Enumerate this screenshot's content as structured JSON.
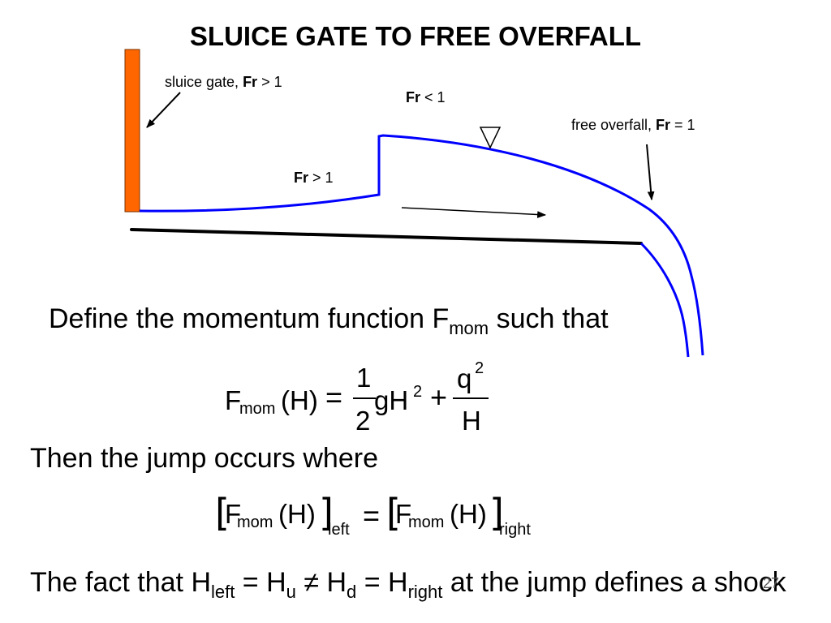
{
  "title": "SLUICE GATE TO FREE OVERFALL",
  "diagram": {
    "labels": {
      "sluice_gate": {
        "prefix": "sluice gate, ",
        "fr": "Fr",
        "suffix": " > 1"
      },
      "subcritical": {
        "prefix": "",
        "fr": "Fr",
        "suffix": " < 1"
      },
      "free_overfall": {
        "prefix": "free overfall, ",
        "fr": "Fr",
        "suffix": " = 1"
      },
      "supercritical": {
        "prefix": "",
        "fr": "Fr",
        "suffix": " > 1"
      }
    },
    "colors": {
      "gate": "#FF6600",
      "gate_outline": "#7A3300",
      "water": "#0000FF",
      "bed": "#000000"
    }
  },
  "definition": {
    "text_before": "Define the momentum function F",
    "subscript": "mom",
    "text_after": " such that"
  },
  "equation1": {
    "symbol": "F",
    "symbol_sub": "mom",
    "argument": "(H)",
    "equals": "=",
    "frac1_num": "1",
    "frac1_den": "2",
    "term": "gH",
    "term_sup": "2",
    "plus": "+",
    "frac2_num": "q",
    "frac2_num_sup": "2",
    "frac2_den": "H"
  },
  "jump_text": "Then the jump occurs where",
  "equation2": {
    "open_bracket": "[",
    "close_bracket": "]",
    "symbol": "F",
    "symbol_sub": "mom",
    "argument": "(H)",
    "equals": "=",
    "left_sub": "left",
    "right_sub": "right"
  },
  "conclusion": {
    "parts": [
      {
        "text": "The fact that H",
        "sub": "left"
      },
      {
        "text": " = H",
        "sub": "u"
      },
      {
        "text": " ≠ H",
        "sub": "d"
      },
      {
        "text": " = H",
        "sub": "right"
      },
      {
        "text": " at the jump defines a shock",
        "sub": ""
      }
    ]
  },
  "slide_number": "27"
}
